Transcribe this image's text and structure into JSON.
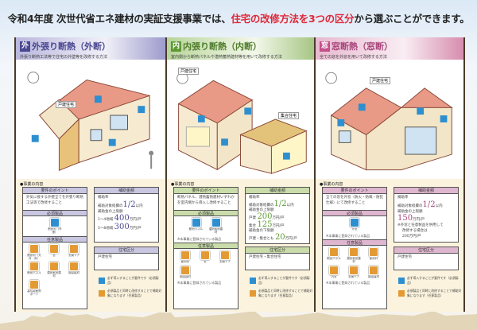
{
  "title": {
    "prefix": "令和4年度 次世代省エネ建材の実証支援事業では、",
    "highlight": "住宅の改修方法を3つの区分",
    "suffix": "から選ぶことができます。"
  },
  "colors": {
    "highlight": "#e0283a",
    "outer": "#4b4892",
    "inner": "#5e9a34",
    "window": "#c4508c",
    "required": "#2e8fd0",
    "optional": "#e49a33"
  },
  "labels": {
    "section": "●事業の内容",
    "point": "要件のポイント",
    "required": "必須製品",
    "optional": "任意製品",
    "amount": "補助金額",
    "house_type": "住宅区分",
    "detached": "戸建住宅",
    "apartment": "集合住宅"
  },
  "legend": {
    "required": "必ず導入することが要件です（必須製品）",
    "optional": "必須製品と同時に改修することで補助対象になります（任意製品）"
  },
  "panels": [
    {
      "badge": "外",
      "name": "外張り断熱（外断）",
      "desc": "外張り断熱工法等で住宅の外壁等を改修する方法",
      "point": "外気に接する外壁全てを外張り断熱工法等で改修すること",
      "required": [
        "断熱材（外張）"
      ],
      "required_note": "",
      "optional": [
        "断熱材（天井・床）",
        "窓",
        "玄関ドア",
        "断熱パネル",
        "潜熱蓄熱建材",
        "調湿建材",
        "高性能断熱ボード"
      ],
      "optional_note": "",
      "amount": {
        "l1": "補助率",
        "l2": "補助対象経費の",
        "rate": "1/2",
        "l2s": "以内",
        "l3": "補助金の上限額",
        "r1": "1〜4地域",
        "v1": "400",
        "u1": "万円/戸",
        "r2": "5〜8地域",
        "v2": "300",
        "u2": "万円/戸"
      },
      "house_type": "戸建住宅"
    },
    {
      "badge": "内",
      "name": "内張り断熱（内断）",
      "desc": "室内側から断熱パネルや潜熱蓄熱建材等を用いて改修する方法",
      "point": "断熱パネル、潜熱蓄熱建材いずれかを室内側から導入し改修すること",
      "required": [
        "断熱パネル",
        "潜熱蓄熱建材"
      ],
      "required_note": "※本事業に登録されている製品",
      "optional": [
        "断熱材",
        "窓",
        "玄関ドア",
        "調湿建材"
      ],
      "optional_note": "※本事業に登録されている製品",
      "amount": {
        "l1": "補助率",
        "l2": "補助対象経費の",
        "rate": "1/2",
        "l2s": "以内",
        "l3": "補助金の上限額",
        "r1": "戸建",
        "v1": "200",
        "u1": "万円/戸",
        "r2": "集合",
        "v2": "125",
        "u2": "万円/戸",
        "l4": "補助金の下限額",
        "r3": "戸建・集合とも",
        "v3": "20",
        "u3": "万円/戸"
      },
      "house_type": "戸建住宅・集合住宅"
    },
    {
      "badge": "窓",
      "name": "窓断熱（窓断）",
      "desc": "全ての窓を外窓を用いて改修する方法",
      "point": "全ての窓を外窓（防火・防風・防犯仕様）にて改修すること",
      "required": [
        "外窓"
      ],
      "required_note": "※本事業に登録されている製品",
      "optional": [
        "断熱パネル",
        "潜熱蓄熱建材",
        "断熱材",
        "内窓",
        "玄関ドア",
        "調湿建材"
      ],
      "optional_note": "※本事業に登録されている製品",
      "amount": {
        "l1": "補助率",
        "l2": "補助対象経費の",
        "rate": "1/2",
        "l2s": "以内",
        "l3": "補助金の上限額",
        "v1": "150",
        "u1": "万円/戸",
        "n1": "※外窓と任意製品を併用して",
        "n2": "改修する場合は",
        "n3": "200万円/戸"
      },
      "house_type": "戸建住宅"
    }
  ]
}
